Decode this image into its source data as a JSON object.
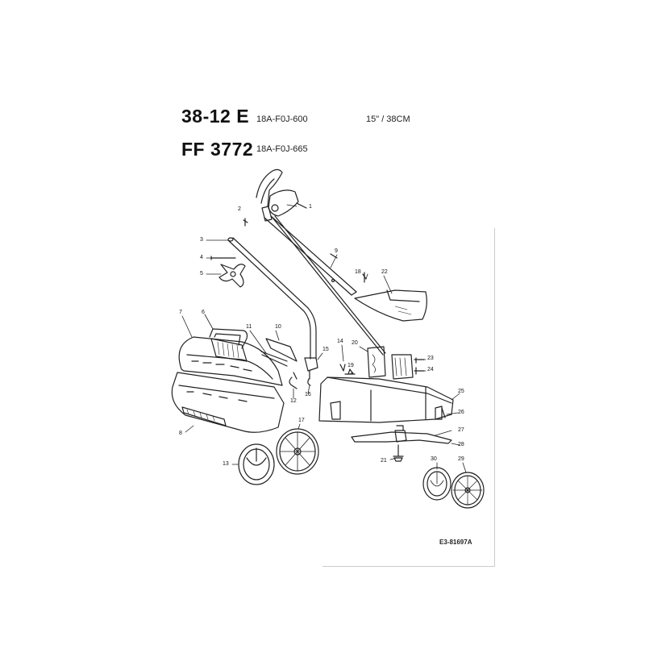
{
  "header": {
    "model_1": "38-12 E",
    "code_1": "18A-F0J-600",
    "size_1": "15\"  / 38CM",
    "model_2": "FF 3772",
    "code_2": "18A-F0J-665"
  },
  "footer": {
    "reference": "E3-81697A"
  },
  "callouts": [
    "1",
    "2",
    "3",
    "4",
    "5",
    "6",
    "7",
    "8",
    "9",
    "10",
    "11",
    "12",
    "13",
    "14",
    "15",
    "16",
    "17",
    "18",
    "19",
    "20",
    "21",
    "22",
    "23",
    "24",
    "25",
    "26",
    "27",
    "28",
    "29",
    "30"
  ]
}
